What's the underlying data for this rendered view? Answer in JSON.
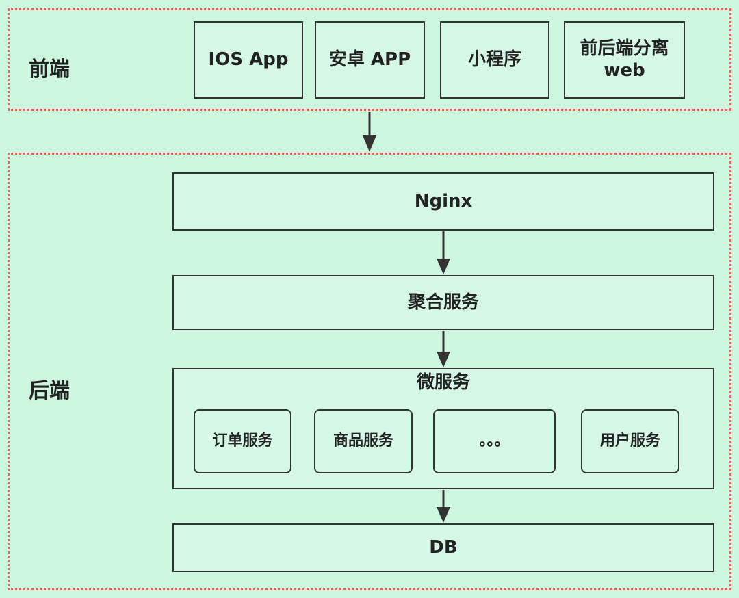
{
  "frontend": {
    "label": "前端",
    "clients": [
      "IOS App",
      "安卓 APP",
      "小程序",
      "前后端分离\nweb"
    ]
  },
  "backend": {
    "label": "后端",
    "nginx": "Nginx",
    "aggregate": "聚合服务",
    "micro": {
      "title": "微服务",
      "services": [
        "订单服务",
        "商品服务",
        "。。。",
        "用户服务"
      ]
    },
    "db": "DB"
  },
  "colors": {
    "background": "#ccf7de",
    "region_border": "#e8605a",
    "box_border": "#333333"
  }
}
